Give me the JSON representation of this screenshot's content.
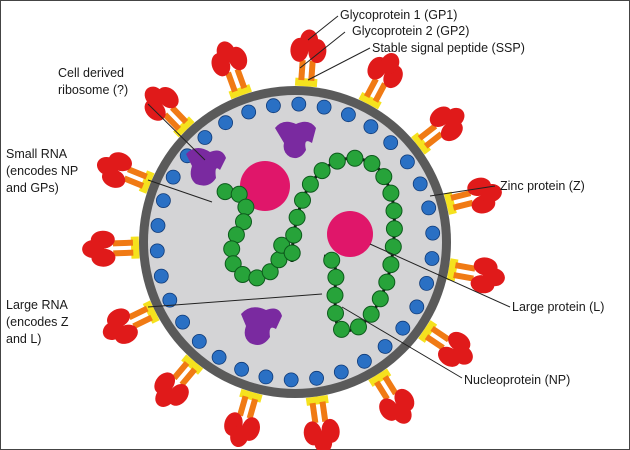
{
  "labels": {
    "gp1": "Glycoprotein 1 (GP1)",
    "gp2": "Glycoprotein 2 (GP2)",
    "ssp": "Stable signal peptide (SSP)",
    "ribosome_l1": "Cell derived",
    "ribosome_l2": "ribosome (?)",
    "small_rna_l1": "Small RNA",
    "small_rna_l2": "(encodes NP",
    "small_rna_l3": "and GPs)",
    "zinc": "Zinc protein (Z)",
    "large_protein": "Large protein (L)",
    "large_rna_l1": "Large RNA",
    "large_rna_l2": "(encodes Z",
    "large_rna_l3": "and L)",
    "np": "Nucleoprotein (NP)"
  },
  "colors": {
    "envelope": "#5a5a5a",
    "interior": "#d4d4d6",
    "gp1": "#e01a1a",
    "gp2": "#f07a14",
    "ssp": "#f5e21e",
    "zinc": "#2a70c4",
    "nucleoprotein": "#27a33a",
    "ribosome": "#7a2aa0",
    "large_protein": "#e0166a"
  }
}
